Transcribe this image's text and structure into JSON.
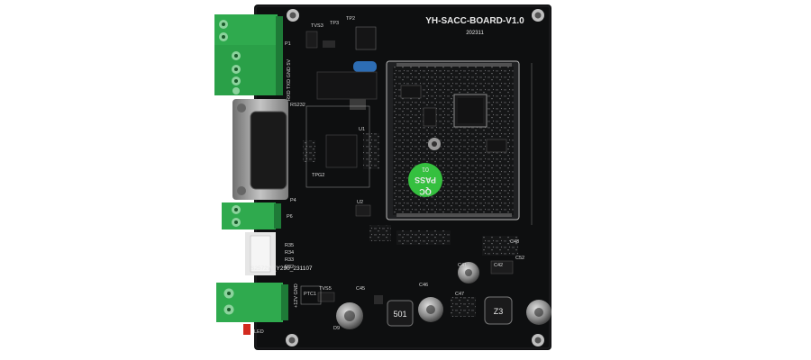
{
  "board": {
    "title": "YH-SACC-BOARD-V1.0",
    "date_code": "202311",
    "serial": "S2572W_Y290_231107",
    "power_label": "+12V GND",
    "uart_label": "RXD TXD GND 5V",
    "rs232_label": "RS232"
  },
  "sticker": {
    "line1": "QC",
    "line2": "PASS",
    "line3": "01"
  },
  "inductors": {
    "left": "501",
    "right": "Z3"
  },
  "components": {
    "tvs3": "TVS3",
    "tp3": "TP3",
    "tp2": "TP2",
    "tvs5": "TVS5",
    "ptc1": "PTC1",
    "d9": "D9",
    "c45": "C45",
    "c46": "C46",
    "c47": "C47",
    "c41": "C41",
    "c42": "C42",
    "u1": "U1",
    "u2": "U2",
    "tpg": "TPG2",
    "r35": "R35",
    "r34": "R34",
    "r32": "R32",
    "r33": "R33",
    "c48": "C48",
    "c52": "C52",
    "p1": "P1",
    "p4": "P4",
    "p6": "P6",
    "led": "LED"
  },
  "colors": {
    "pcb": "#0e0f10",
    "terminal": "#2faa4e",
    "sticker": "#35c03f",
    "silk": "#e9e9e9",
    "db9_metal": "#9a9a9a"
  }
}
